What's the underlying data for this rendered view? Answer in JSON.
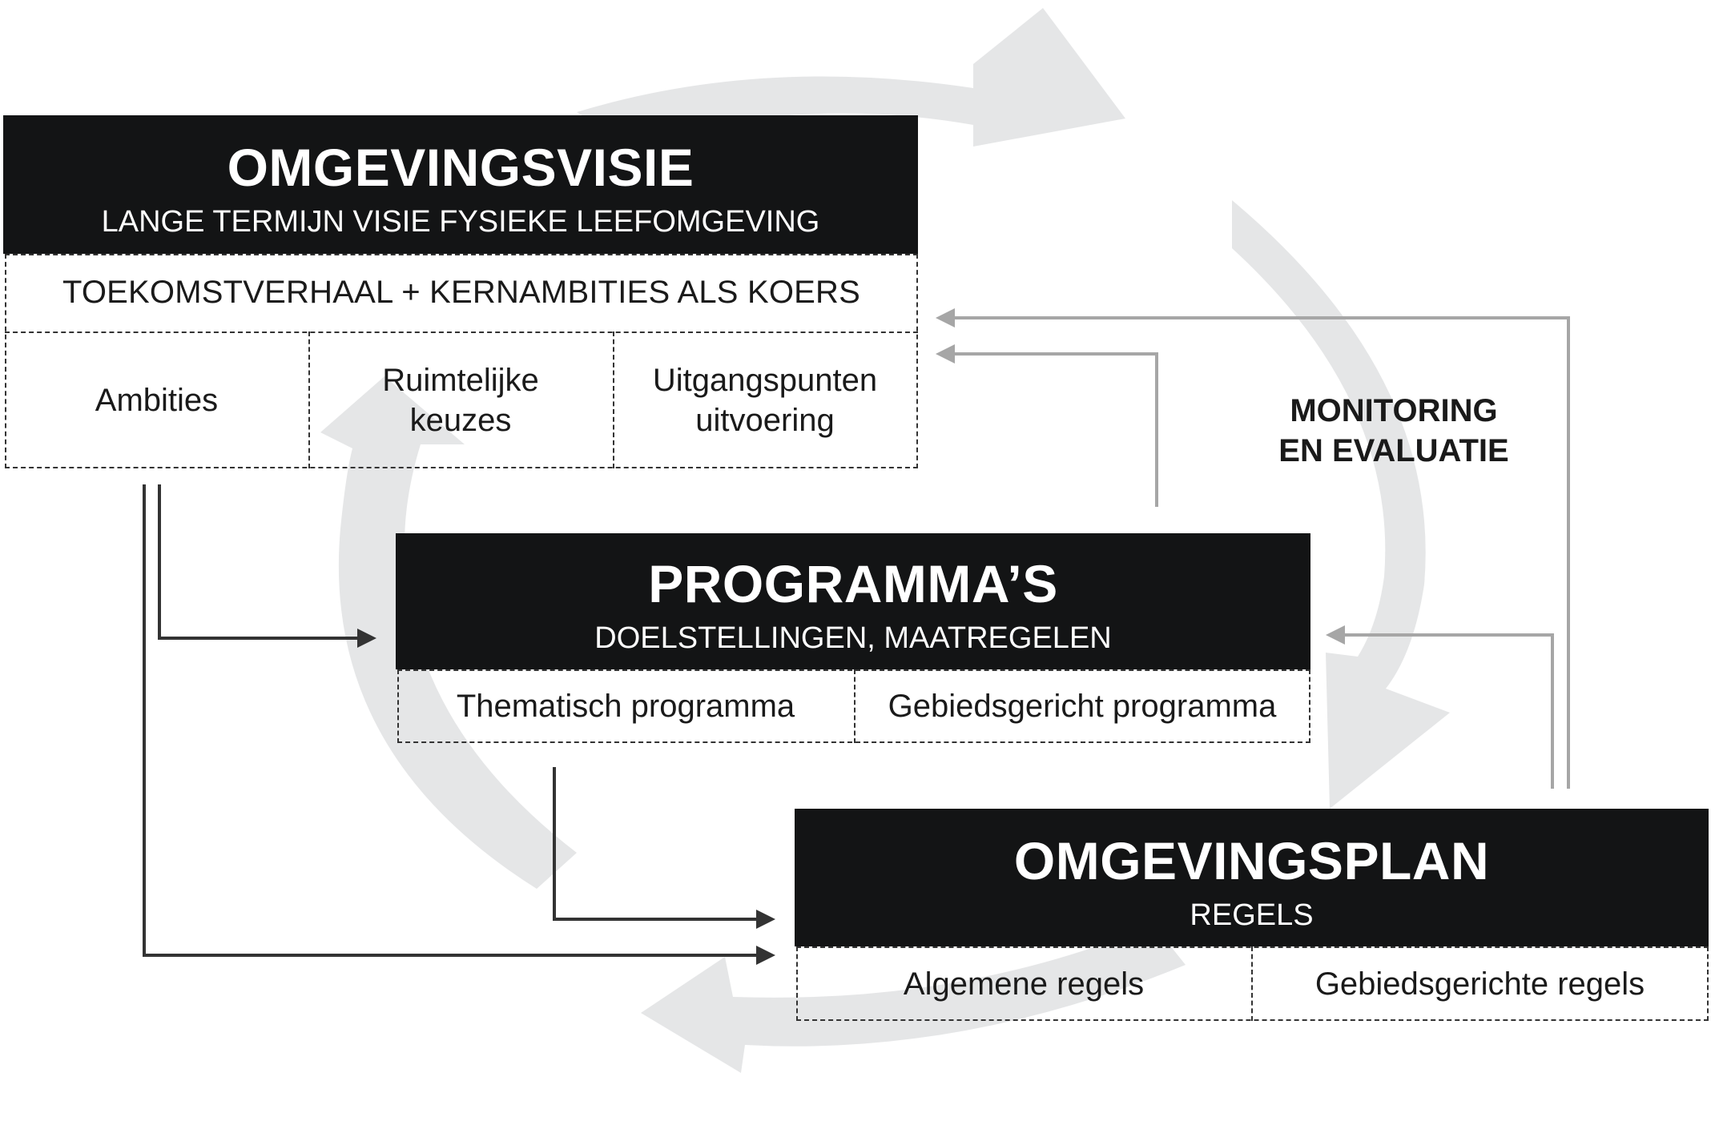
{
  "colors": {
    "header_bg": "#131415",
    "cycle_arrow": "#e5e6e7",
    "flow_arrow": "#333333",
    "feedback_arrow": "#a6a6a6"
  },
  "visie": {
    "title": "OMGEVINGSVISIE",
    "subtitle": "LANGE TERMIJN VISIE FYSIEKE LEEFOMGEVING",
    "band": "TOEKOMSTVERHAAL + KERNAMBITIES ALS KOERS",
    "cells": [
      "Ambities",
      "Ruimtelijke keuzes",
      "Uitgangspunten uitvoering"
    ]
  },
  "programmas": {
    "title": "PROGRAMMA’S",
    "subtitle": "DOELSTELLINGEN, MAATREGELEN",
    "cells": [
      "Thematisch programma",
      "Gebiedsgericht programma"
    ]
  },
  "plan": {
    "title": "OMGEVINGSPLAN",
    "subtitle": "REGELS",
    "cells": [
      "Algemene regels",
      "Gebiedsgerichte regels"
    ]
  },
  "monitoring": {
    "line1": "MONITORING",
    "line2": "EN EVALUATIE"
  }
}
